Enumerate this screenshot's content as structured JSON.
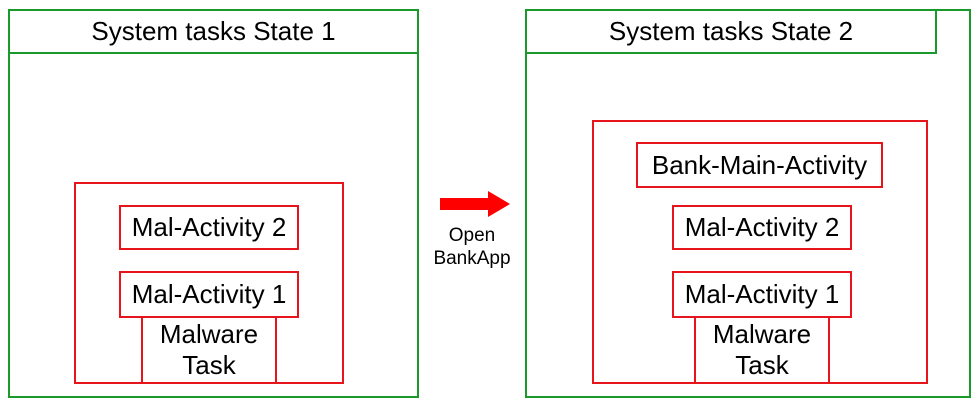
{
  "colors": {
    "state_border": "#1a9a2a",
    "task_border": "#e8141b",
    "arrow": "#ff0000"
  },
  "state1": {
    "title": "System tasks State 1",
    "activities": [
      "Mal-Activity 2",
      "Mal-Activity 1"
    ],
    "task_line1": "Malware",
    "task_line2": "Task"
  },
  "transition": {
    "line1": "Open",
    "line2": "BankApp",
    "icon": "right-arrow-icon"
  },
  "state2": {
    "title": "System tasks State 2",
    "activities": [
      "Bank-Main-Activity",
      "Mal-Activity 2",
      "Mal-Activity 1"
    ],
    "task_line1": "Malware",
    "task_line2": "Task"
  }
}
